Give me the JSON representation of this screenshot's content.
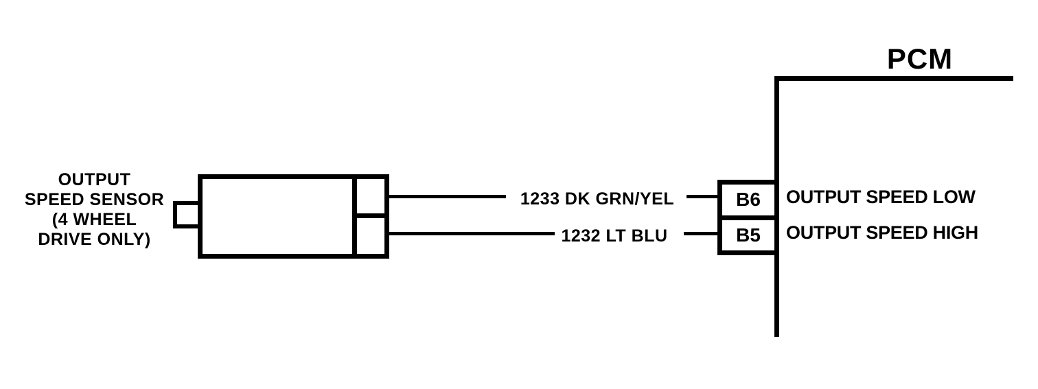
{
  "colors": {
    "background": "#ffffff",
    "ink": "#000000"
  },
  "sensor": {
    "caption_line1": "OUTPUT",
    "caption_line2": "SPEED SENSOR",
    "caption_line3": "(4 WHEEL",
    "caption_line4": "DRIVE ONLY)"
  },
  "pcm": {
    "title": "PCM"
  },
  "connections": [
    {
      "wire_label": "1233 DK GRN/YEL",
      "pin": "B6",
      "signal": "OUTPUT SPEED LOW"
    },
    {
      "wire_label": "1232 LT BLU",
      "pin": "B5",
      "signal": "OUTPUT SPEED HIGH"
    }
  ]
}
